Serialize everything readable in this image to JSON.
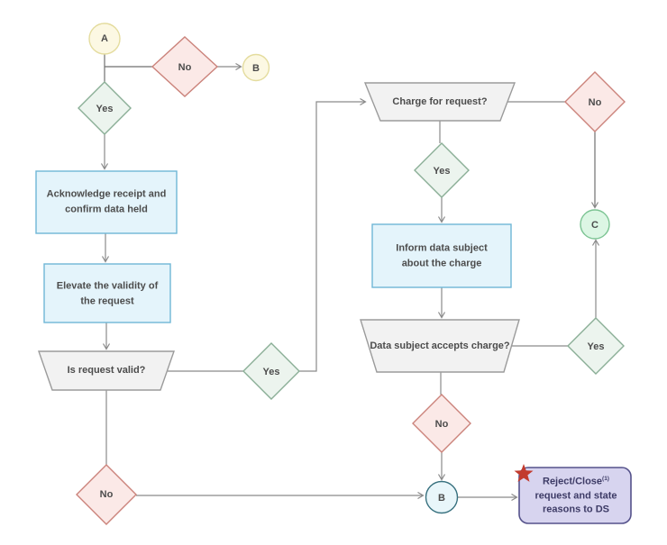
{
  "flowchart": {
    "nodes": {
      "start_a": {
        "label": "A"
      },
      "no_top": {
        "label": "No"
      },
      "end_b_top": {
        "label": "B"
      },
      "yes_top": {
        "label": "Yes"
      },
      "acknowledge": {
        "label": "Acknowledge receipt and confirm data held"
      },
      "evaluate": {
        "label": "Elevate the validity of the request"
      },
      "is_valid": {
        "label": "Is request valid?"
      },
      "yes_valid": {
        "label": "Yes"
      },
      "charge": {
        "label": "Charge for request?"
      },
      "no_charge": {
        "label": "No"
      },
      "yes_charge": {
        "label": "Yes"
      },
      "inform": {
        "label": "Inform data subject about the charge"
      },
      "connector_c": {
        "label": "C"
      },
      "accepts": {
        "label": "Data subject accepts charge?"
      },
      "yes_accepts": {
        "label": "Yes"
      },
      "no_accepts": {
        "label": "No"
      },
      "no_valid": {
        "label": "No"
      },
      "connector_b": {
        "label": "B"
      },
      "reject": {
        "label_main": "Reject/Close",
        "label_sup": "(1)",
        "label_rest": " request and state reasons to DS"
      }
    },
    "colors": {
      "terminator_yellow_fill": "#fcf8e3",
      "terminator_yellow_border": "#e4dc9e",
      "decision_red_fill": "#fbe9e7",
      "decision_red_border": "#cb837b",
      "decision_green_fill": "#ecf4ee",
      "decision_green_border": "#8aae96",
      "process_blue_fill": "#e4f4fb",
      "process_blue_border": "#6fb7d6",
      "question_gray_fill": "#f2f2f2",
      "question_gray_border": "#9b9b9b",
      "connector_green_fill": "#dcf6e4",
      "connector_green_border": "#7cc493",
      "connector_blue_fill": "#e9f6fa",
      "connector_blue_border": "#38717f",
      "endpoint_purple_fill": "#d7d4ef",
      "endpoint_purple_border": "#55528b",
      "endpoint_purple_text": "#3d3b66",
      "star_red": "#c23b2e",
      "line_gray": "#8a8a8a",
      "label_text": "#4c4c4c"
    }
  }
}
